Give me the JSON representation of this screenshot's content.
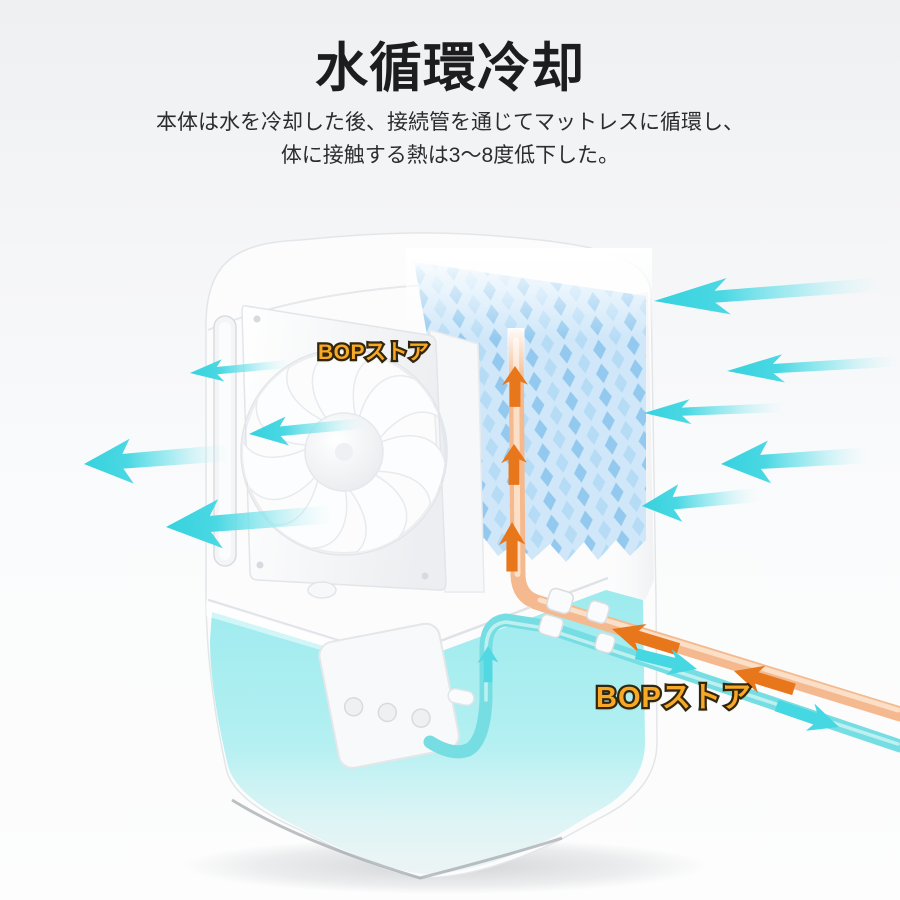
{
  "header": {
    "title": "水循環冷却",
    "subtitle_line1": "本体は水を冷却した後、接続管を通じてマットレスに循環し、",
    "subtitle_line2": "体に接触する熱は3〜8度低下した。"
  },
  "watermarks": [
    {
      "text": "BOPストア",
      "location": "fan-area"
    },
    {
      "text": "BOPストア",
      "location": "pipe-area"
    }
  ],
  "diagram": {
    "airflow_in_arrows": 5,
    "airflow_out_arrows": 4,
    "heat_rise_arrows": 3,
    "return_pipe_arrows": 2,
    "coolant_pipe_arrows": 2,
    "pump_up_arrows": 1
  },
  "colors": {
    "background_top": "#eef0f2",
    "background_bottom": "#fdfdfd",
    "airflow_cyan": "#45d7e2",
    "pipe_cyan": "#76dee2",
    "flow_orange": "#e8761b",
    "pipe_orange": "#f4b98e",
    "pad_blue": "#93c9ee",
    "water_cyan": "#8ee8ec",
    "watermark_orange": "#f7a826",
    "title_text": "#1d1d1f",
    "body_text": "#2c2c2e"
  }
}
